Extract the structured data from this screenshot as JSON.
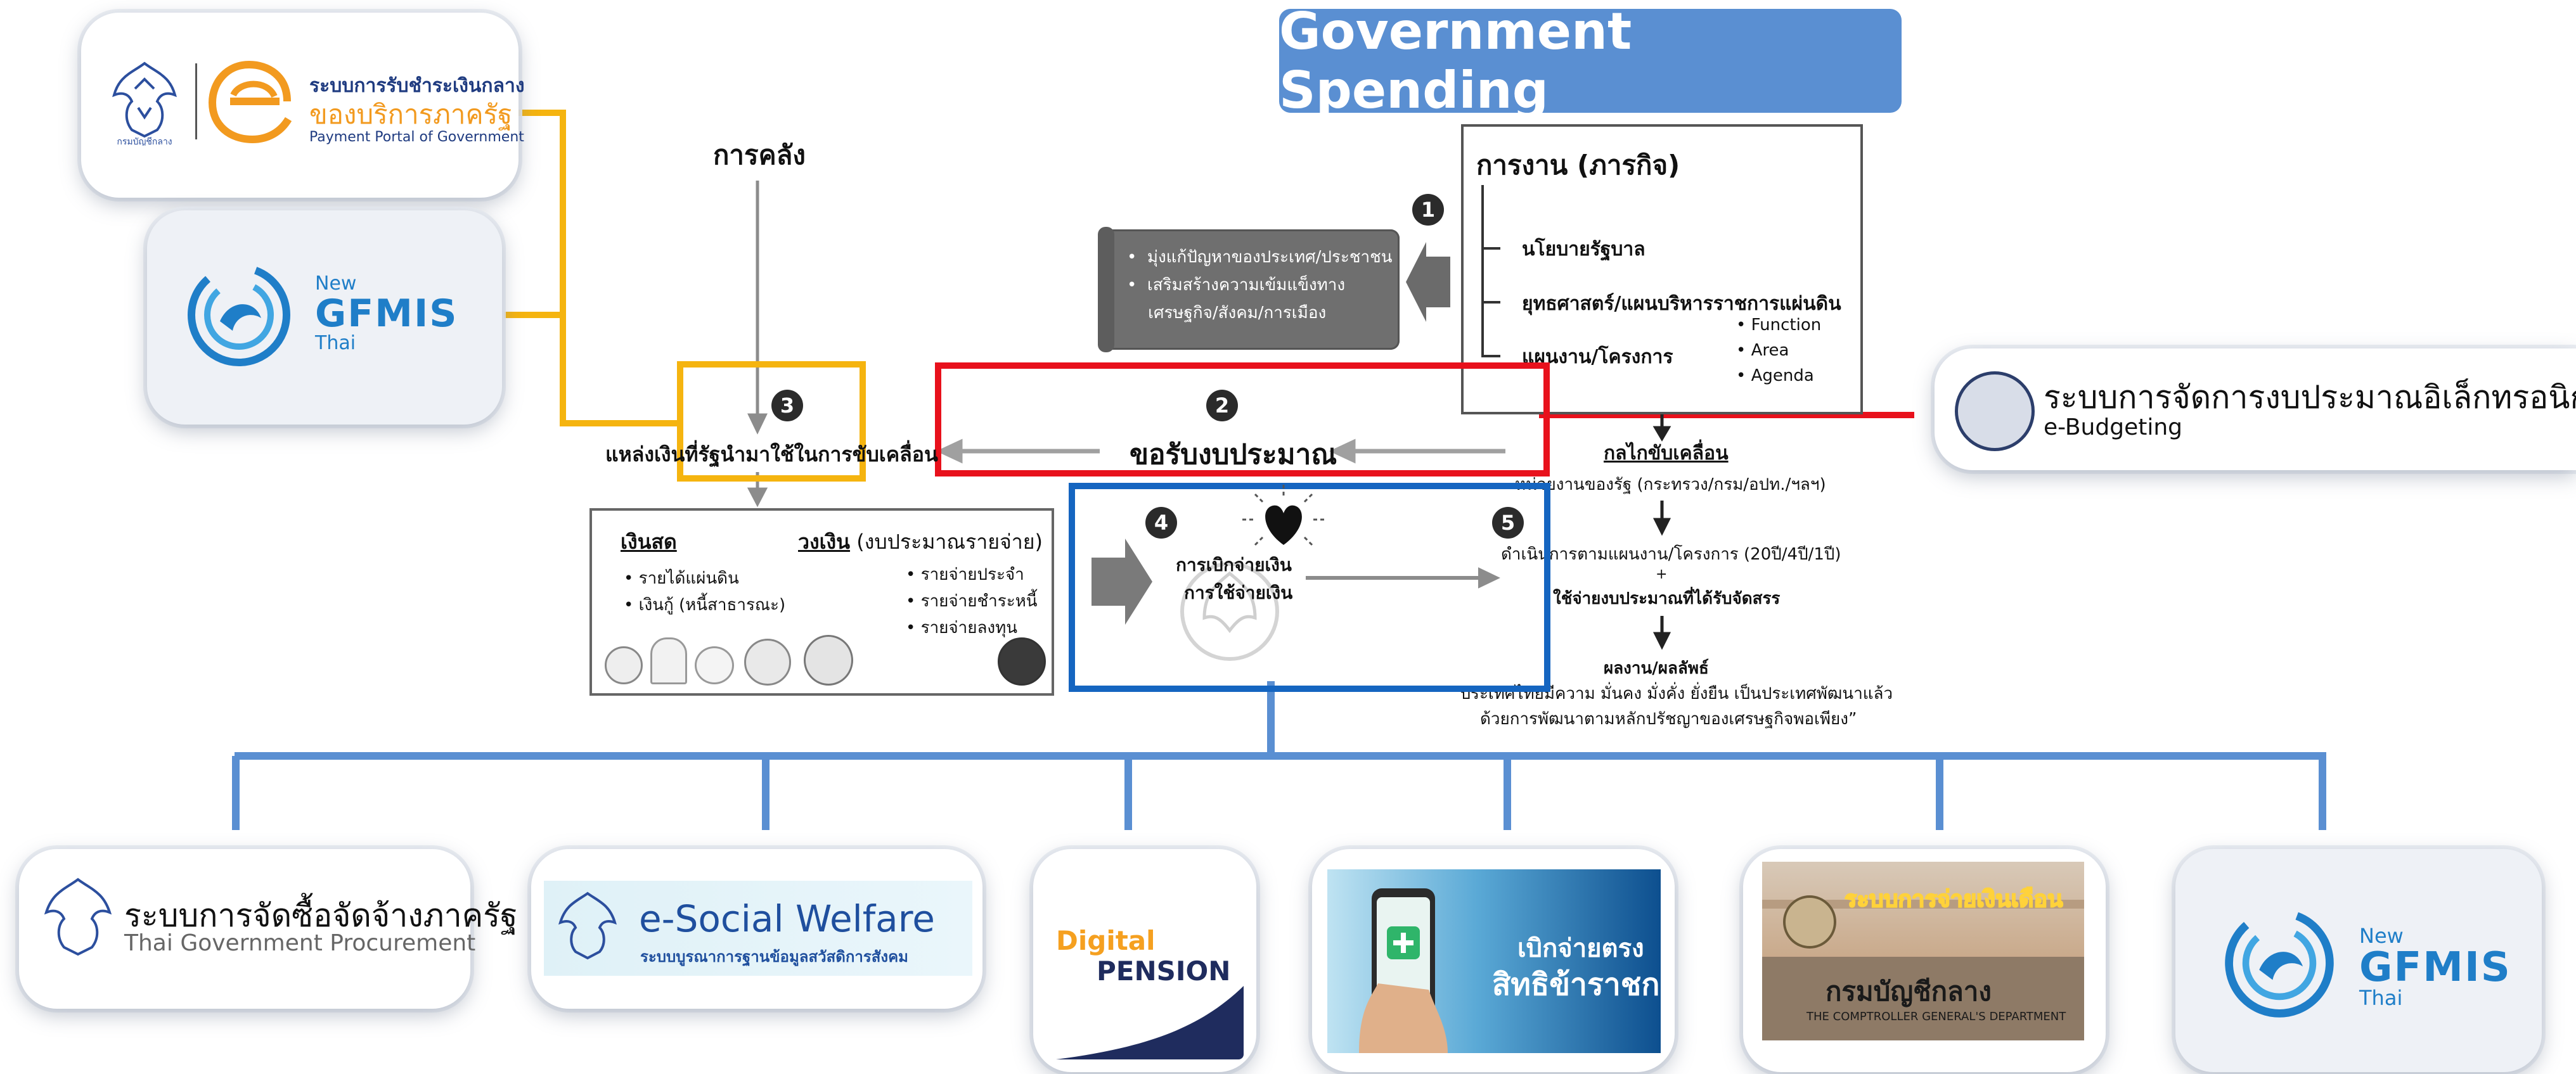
{
  "title": "Government Spending",
  "payment_portal": {
    "thai_line1": "ระบบการรับชำระเงินกลาง",
    "thai_line2": "ของบริการภาครัฐ",
    "english": "Payment Portal of Government",
    "emblem_text": "กรมบัญชีกลาง"
  },
  "gfmis_top": {
    "new": "New",
    "name": "GFMIS",
    "thai": "Thai"
  },
  "treasury_label": "การคลัง",
  "mission_box": {
    "title": "การงาน (ภารกิจ)",
    "items": [
      "นโยบายรัฐบาล",
      "ยุทธศาสตร์/แผนบริหารราชการแผ่นดิน",
      "แผนงาน/โครงการ"
    ],
    "sub_items": [
      "Function",
      "Area",
      "Agenda"
    ]
  },
  "scroll_box": {
    "items": [
      "มุ่งแก้ปัญหาของประเทศ/ประชาชน",
      "เสริมสร้างความเข้มแข็งทาง",
      "เศรษฐกิจ/สังคม/การเมือง"
    ]
  },
  "steps": {
    "n1": "1",
    "n2": "2",
    "n3": "3",
    "n4": "4",
    "n5": "5"
  },
  "budget_request": "ขอรับงบประมาณ",
  "funding_source": "แหล่งเงินที่รัฐนำมาใช้ในการขับเคลื่อน",
  "mechanism": {
    "heading": "กลไกขับเคลื่อน",
    "agencies": "หน่วยงานของรัฐ (กระทรวง/กรม/อปท./ฯลฯ)",
    "operation": "ดำเนินการตามแผนงาน/โครงการ (20ปี/4ปี/1ปี)",
    "plus": "+",
    "spend": "ใช้จ่ายงบประมาณที่ได้รับจัดสรร",
    "result": "ผลงาน/ผลลัพธ์",
    "quote1": "“ประเทศไทยมีความ มั่นคง มั่งคั่ง ยั่งยืน เป็นประเทศพัฒนาแล้ว",
    "quote2": "ด้วยการพัฒนาตามหลักปรัชญาของเศรษฐกิจพอเพียง”"
  },
  "cash_box": {
    "cash_title": "เงินสด",
    "cash_items": [
      "รายได้แผ่นดิน",
      "เงินกู้ (หนี้สาธารณะ)"
    ],
    "budget_title": "วงเงิน",
    "budget_suffix": "(งบประมาณรายจ่าย)",
    "budget_items": [
      "รายจ่ายประจำ",
      "รายจ่ายชำระหนี้",
      "รายจ่ายลงทุน"
    ]
  },
  "disbursement": {
    "line1": "การเบิกจ่ายเงิน",
    "line2": "การใช้จ่ายเงิน"
  },
  "ebudget": {
    "thai": "ระบบการจัดการงบประมาณอิเล็กทรอนิกส์",
    "english": "e-Budgeting"
  },
  "bottom": {
    "procurement_thai": "ระบบการจัดซื้อจัดจ้างภาครัฐ",
    "procurement_en": "Thai Government Procurement",
    "welfare_title": "e-Social Welfare",
    "welfare_sub": "ระบบบูรณาการฐานข้อมูลสวัสดิการสังคม",
    "pension_1": "Digital",
    "pension_2": "PENSION",
    "civil_1": "เบิกจ่ายตรง",
    "civil_2": "สิทธิข้าราชการ",
    "salary_banner": "ระบบการจ่ายเงินเดือน",
    "salary_building": "กรมบัญชีกลาง",
    "salary_building_en": "THE COMPTROLLER GENERAL'S DEPARTMENT"
  },
  "colors": {
    "title_bg": "#5a8fd2",
    "yellow": "#f5b40f",
    "red": "#e8111c",
    "blue": "#1565c0",
    "tree_blue": "#5a8fd2",
    "grey_arrow": "#9a9a9a"
  }
}
